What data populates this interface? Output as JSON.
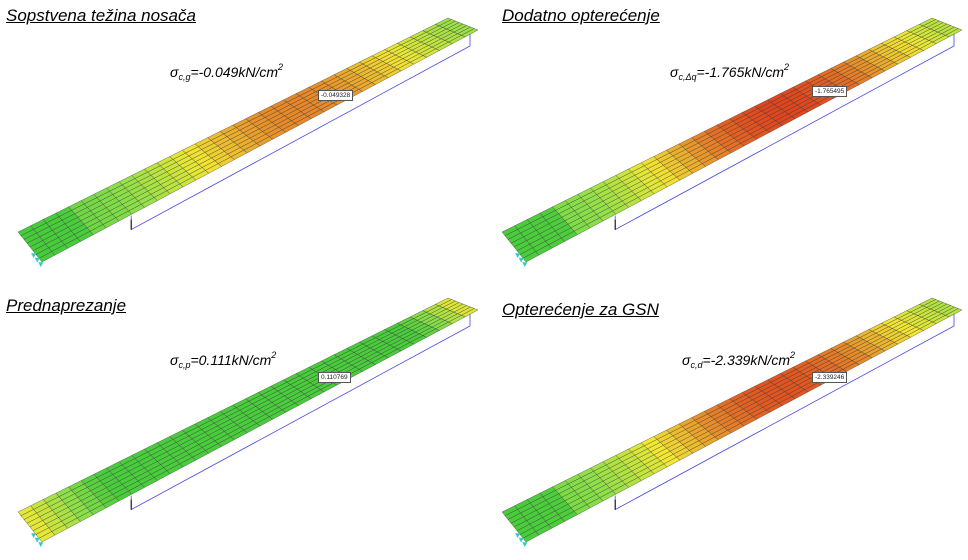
{
  "panels": [
    {
      "id": "self-weight",
      "title": "Sopstvena težina nosača",
      "sym_main": "σ",
      "sym_sub": "c,g",
      "value_text": "=-0.049kN/cm",
      "exp": "2",
      "box_value": "-0.049328",
      "intensity_scale": 0.78
    },
    {
      "id": "additional-load",
      "title": "Dodatno opterećenje",
      "sym_main": "σ",
      "sym_sub": "c,Δq",
      "value_text": "=-1.765kN/cm",
      "exp": "2",
      "box_value": "-1.765495",
      "intensity_scale": 1.0
    },
    {
      "id": "prestress",
      "title": "Prednaprezanje",
      "sym_main": "σ",
      "sym_sub": "c,p",
      "value_text": "=0.111kN/cm",
      "exp": "2",
      "box_value": "0.110769",
      "intensity_scale": 0.0
    },
    {
      "id": "uls-load",
      "title": "Opterećenje za GSN",
      "sym_main": "σ",
      "sym_sub": "c,d",
      "value_text": "=-2.339kN/cm",
      "exp": "2",
      "box_value": "-2.339246",
      "intensity_scale": 0.95
    }
  ],
  "colors": {
    "green": "#38c838",
    "light_green": "#8fe04a",
    "yellow": "#f2e833",
    "orange": "#e8902a",
    "red": "#e0451e",
    "mesh_line": "#333333",
    "axis_line": "#4a4ae0",
    "support": "#33cccc"
  }
}
